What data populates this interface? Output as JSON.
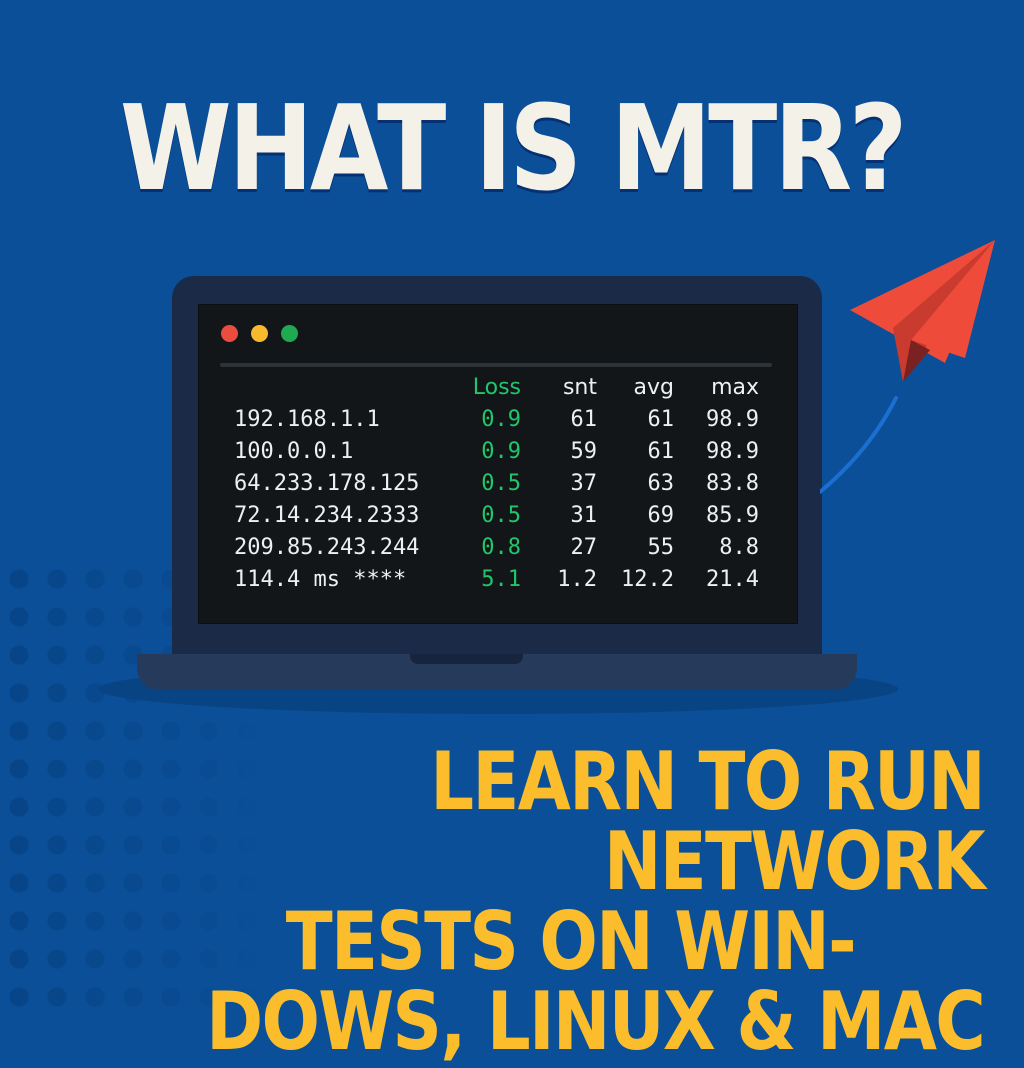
{
  "headline": "WHAT IS MTR?",
  "terminal": {
    "window_controls": [
      "close",
      "minimize",
      "maximize"
    ],
    "columns": {
      "loss": "Loss",
      "snt": "snt",
      "avg": "avg",
      "max": "max"
    },
    "rows": [
      {
        "host": "192.168.1.1",
        "loss": "0.9",
        "snt": "61",
        "avg": "61",
        "max": "98.9"
      },
      {
        "host": "100.0.0.1",
        "loss": "0.9",
        "snt": "59",
        "avg": "61",
        "max": "98.9"
      },
      {
        "host": "64.233.178.125",
        "loss": "0.5",
        "snt": "37",
        "avg": "63",
        "max": "83.8"
      },
      {
        "host": "72.14.234.2333",
        "loss": "0.5",
        "snt": "31",
        "avg": "69",
        "max": "85.9"
      },
      {
        "host": "209.85.243.244",
        "loss": "0.8",
        "snt": "27",
        "avg": "55",
        "max": "8.8"
      },
      {
        "host": "114.4 ms ****",
        "loss": "5.1",
        "snt": "1.2",
        "avg": "12.2",
        "max": "21.4"
      }
    ]
  },
  "subheadline": {
    "line1": "LEARN TO RUN NETWORK",
    "line2": "TESTS ON WIN-",
    "line3": "DOWS, LINUX & MAC"
  },
  "decorations": {
    "plane_icon": "paper-plane-icon"
  },
  "colors": {
    "background": "#0a4f97",
    "headline": "#f4f1e8",
    "subheadline": "#fbbd2b",
    "loss_green": "#22c56a",
    "plane_red": "#ef4b3a"
  }
}
